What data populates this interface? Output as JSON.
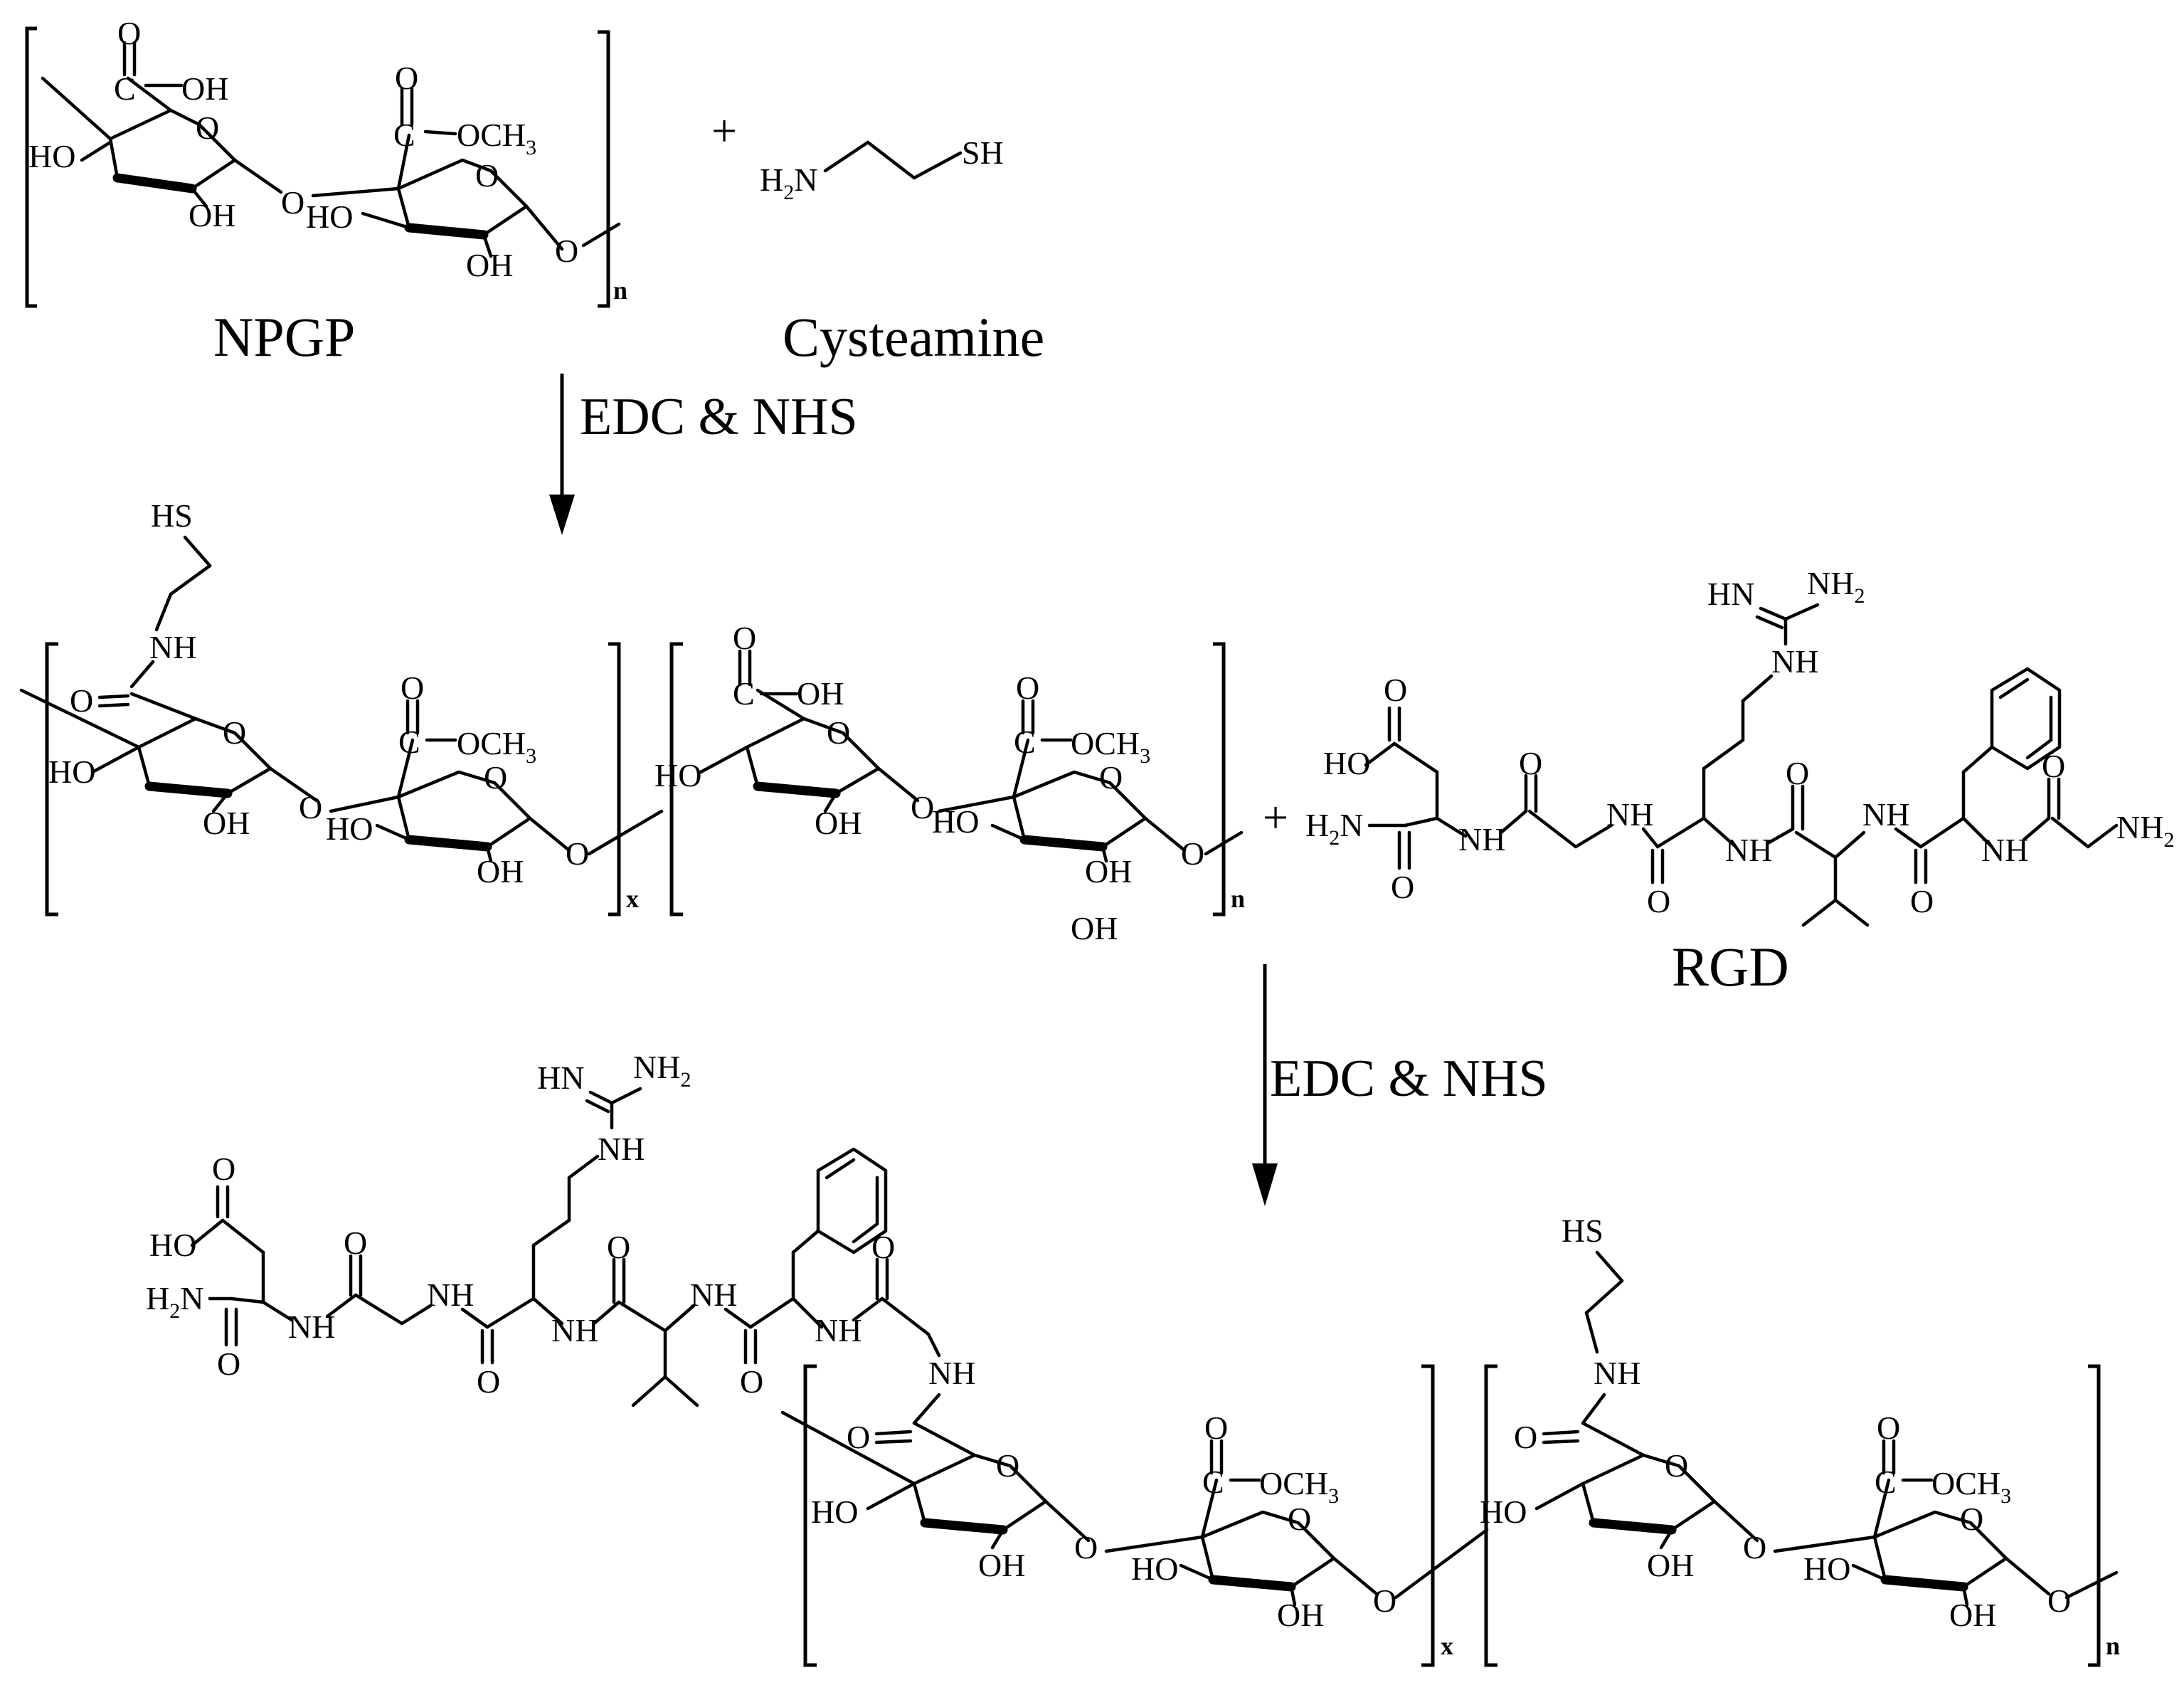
{
  "labels": {
    "npgp": "NPGP",
    "cysteamine": "Cysteamine",
    "rgd": "RGD",
    "reagents_step1": "EDC & NHS",
    "reagents_step2": "EDC & NHS",
    "plus": "+"
  },
  "atoms": {
    "O": "O",
    "OH": "OH",
    "HO": "HO",
    "OCH": "OCH",
    "CH3_sub": "3",
    "C": "C",
    "H": "H",
    "N": "N",
    "H2_sub": "2",
    "SH": "SH",
    "HS": "HS",
    "NH": "NH",
    "HN": "HN"
  },
  "indices": {
    "n": "n",
    "x": "x"
  }
}
